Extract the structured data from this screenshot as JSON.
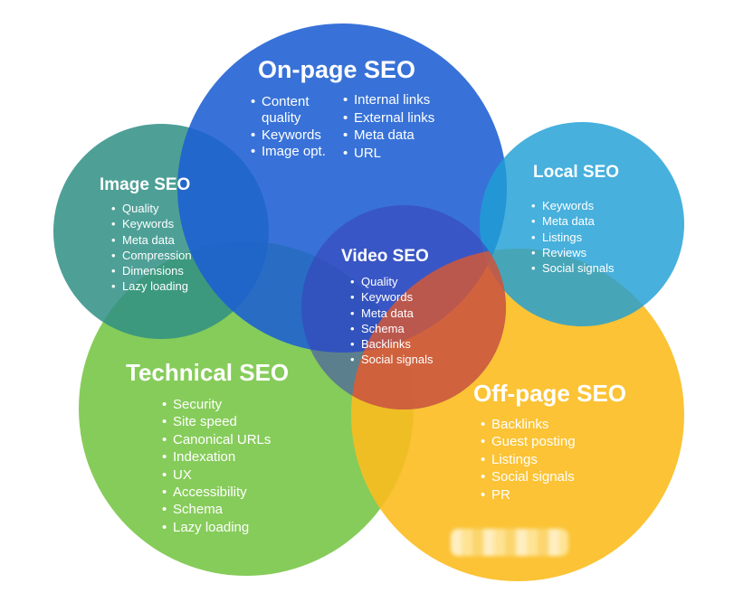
{
  "colors": {
    "on_page": "#1d5fd3",
    "image": "#2f8f85",
    "local": "#1e9fd6",
    "technical": "#86cc5a",
    "off_page": "#fbbd1f",
    "video": "#3b3fb8",
    "overlap_video_offpage": "#e65a2a"
  },
  "on_page": {
    "title": "On-page SEO",
    "col1": [
      "Content quality",
      "Keywords",
      "Image opt."
    ],
    "col2": [
      "Internal links",
      "External links",
      "Meta data",
      "URL"
    ]
  },
  "image_seo": {
    "title": "Image SEO",
    "items": [
      "Quality",
      "Keywords",
      "Meta data",
      "Compression",
      "Dimensions",
      "Lazy loading"
    ]
  },
  "local_seo": {
    "title": "Local SEO",
    "items": [
      "Keywords",
      "Meta data",
      "Listings",
      "Reviews",
      "Social signals"
    ]
  },
  "video_seo": {
    "title": "Video SEO",
    "items": [
      "Quality",
      "Keywords",
      "Meta data",
      "Schema",
      "Backlinks",
      "Social signals"
    ]
  },
  "technical_seo": {
    "title": "Technical SEO",
    "items": [
      "Security",
      "Site speed",
      "Canonical URLs",
      "Indexation",
      "UX",
      "Accessibility",
      "Schema",
      "Lazy loading"
    ]
  },
  "off_page": {
    "title": "Off-page SEO",
    "items": [
      "Backlinks",
      "Guest posting",
      "Listings",
      "Social signals",
      "PR"
    ]
  }
}
